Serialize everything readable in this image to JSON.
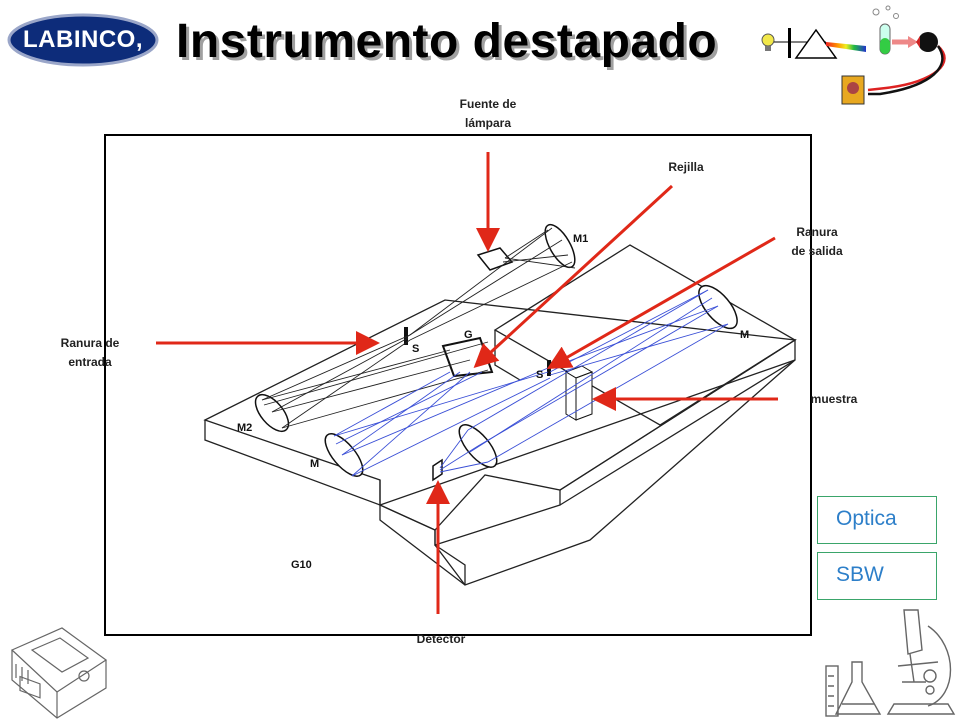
{
  "header": {
    "logo_text": "LABINCO, S.A.",
    "title": "Instrumento destapado"
  },
  "labels": {
    "lamp_source": [
      "Fuente de",
      "lámpara"
    ],
    "grating": "Rejilla",
    "exit_slit": [
      "Ranura",
      "de salida"
    ],
    "entrance_slit": [
      "Ranura de",
      "entrada"
    ],
    "sample": "muestra",
    "detector": "Detector"
  },
  "component_labels": {
    "m1": "M1",
    "m2": "M2",
    "m_left": "M",
    "m_right": "M",
    "g": "G",
    "s_entry": "S",
    "s_exit": "S",
    "g10": "G10"
  },
  "tabs": {
    "optica": "Optica",
    "sbw": "SBW"
  },
  "colors": {
    "arrow": "#e02818",
    "beam": "#3a4fd6",
    "tab_border": "#3aa56a",
    "tab_text": "#2d7fc9",
    "logo_bg": "#0d2c7a"
  }
}
